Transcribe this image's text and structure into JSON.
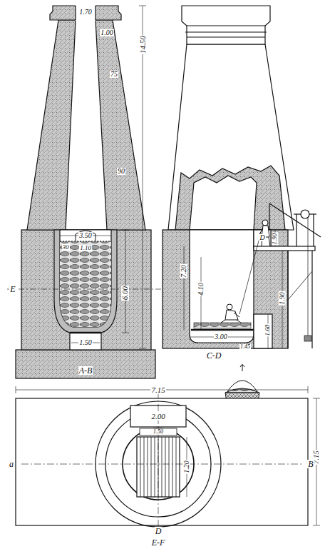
{
  "diagram": {
    "labels": [
      "1.70",
      "1.00",
      "75",
      "90",
      "14.50",
      "3.50",
      "30",
      "1.10",
      "E",
      "6.00",
      "1.50",
      "A-B",
      "D",
      "1.90",
      "7.20",
      "4.10",
      "1.60",
      "1.45",
      "3.00",
      "1.90",
      "C-D",
      "7.15",
      "2.00",
      "1.50",
      "1.20",
      "7.15",
      "a",
      "B",
      "D",
      "E-F"
    ]
  }
}
